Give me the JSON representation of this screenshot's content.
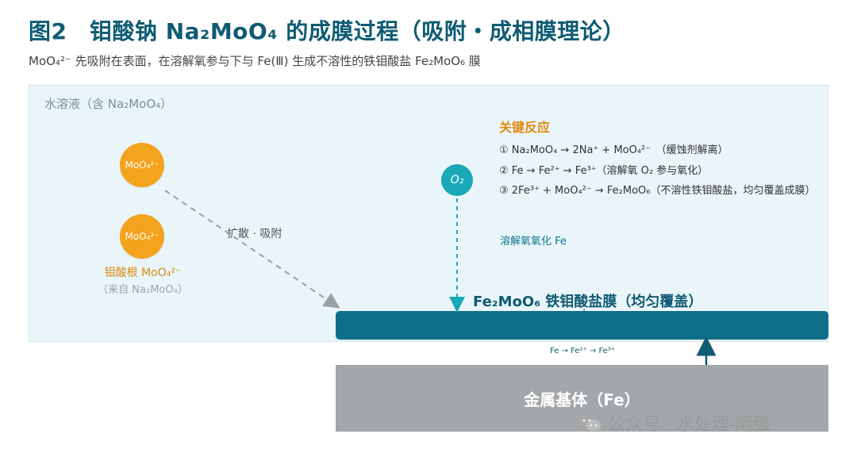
{
  "header": {
    "title": "图2　钼酸钠 Na₂MoO₄ 的成膜过程（吸附・成相膜理论）",
    "subtitle": "MoO₄²⁻ 先吸附在表面，在溶解氧参与下与 Fe(Ⅲ) 生成不溶性的铁钼酸盐 Fe₂MoO₆ 膜"
  },
  "solution": {
    "label": "水溶液（含 Na₂MoO₄）"
  },
  "ions": {
    "ion_label": "MoO₄²⁻",
    "caption": "钼酸根 MoO₄²⁻",
    "source": "（来自 Na₂MoO₄）"
  },
  "diffusion": {
    "label": "扩散 · 吸附"
  },
  "oxygen": {
    "label": "O₂",
    "caption": "溶解氧氧化 Fe"
  },
  "reactions": {
    "title": "关键反应",
    "items": [
      "① Na₂MoO₄ → 2Na⁺ + MoO₄²⁻　（缓蚀剂解离）",
      "② Fe → Fe²⁺ → Fe³⁺（溶解氧 O₂ 参与氧化）",
      "③ 2Fe³⁺ + MoO₄²⁻ → Fe₂MoO₆（不溶性铁钼酸盐，均匀覆盖成膜）"
    ]
  },
  "film": {
    "label": "Fe₂MoO₆ 铁钼酸盐膜（均匀覆盖）"
  },
  "conversion": {
    "label": "Fe → Fe²⁺ → Fe³⁺"
  },
  "metal": {
    "label": "金属基体（Fe）"
  },
  "watermark": {
    "text": "公众号 · 水处理-阿强",
    "icon": "wechat-icon"
  },
  "colors": {
    "title": "#0f5b73",
    "accent_orange": "#f4a31d",
    "oxygen": "#19a9b8",
    "film": "#0f6f8a",
    "metal": "#a3a7a9",
    "solution_bg": "#eaf5fa"
  }
}
